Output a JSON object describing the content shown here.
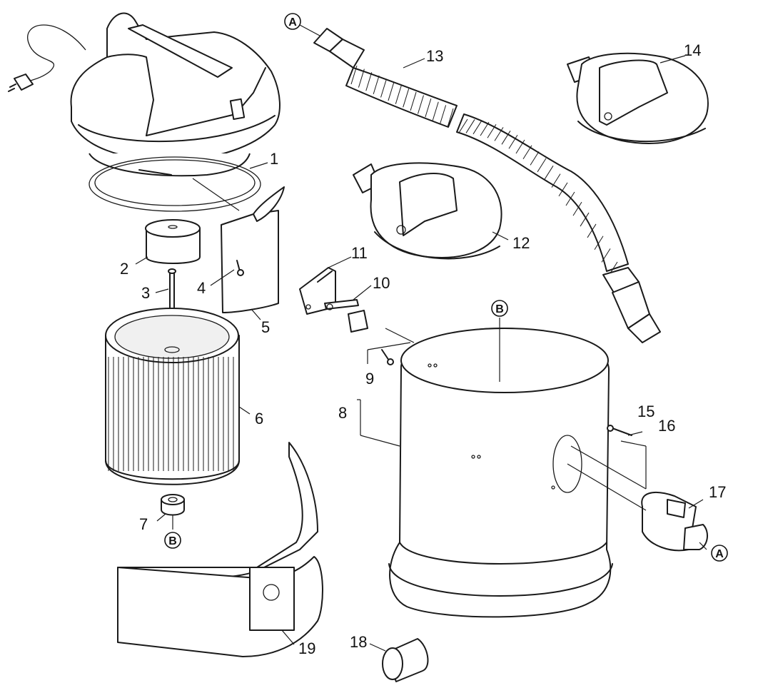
{
  "labels": {
    "p1": "1",
    "p2": "2",
    "p3": "3",
    "p4": "4",
    "p5": "5",
    "p6": "6",
    "p7": "7",
    "p8": "8",
    "p9": "9",
    "p10": "10",
    "p11": "11",
    "p12": "12",
    "p13": "13",
    "p14": "14",
    "p15": "15",
    "p16": "16",
    "p17": "17",
    "p18": "18",
    "p19": "19"
  },
  "markers": {
    "a": "A",
    "b": "B"
  },
  "colors": {
    "line": "#1a1a1a",
    "background": "#ffffff"
  }
}
